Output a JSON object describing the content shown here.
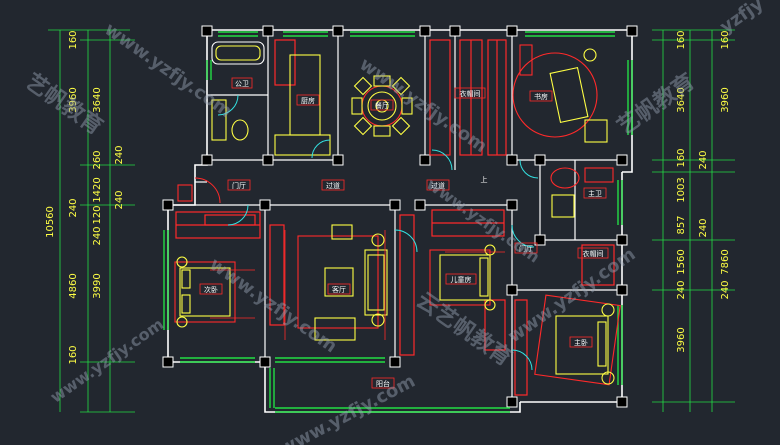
{
  "rooms": {
    "gongwei": "公卫",
    "chufang": "厨房",
    "canting": "餐厅",
    "yimaojian_top": "衣帽间",
    "shufang": "书房",
    "menting": "门厅",
    "guodao_left": "过道",
    "guodao_right": "过道",
    "zhuwei": "主卫",
    "cimo": "次卧",
    "keting": "客厅",
    "ertongfang": "儿童房",
    "menting_right": "门厅",
    "yimaojian_right": "衣帽间",
    "zhuwo": "主卧",
    "yangtai": "阳台"
  },
  "labels": {
    "up_mark": "上"
  },
  "dimensions": {
    "left_outer": [
      "160",
      "3960",
      "240",
      "4860",
      "160"
    ],
    "left_total": "10560",
    "left_inner": [
      "3640",
      "260",
      "1420",
      "120",
      "240",
      "3990"
    ],
    "left_inner_b": [
      "240",
      "240"
    ],
    "right_inner": [
      "160",
      "3640",
      "160",
      "1003",
      "857",
      "1560",
      "240",
      "3960"
    ],
    "right_inner_b": [
      "240",
      "240"
    ],
    "right_outer": [
      "160",
      "3960",
      "240",
      "7860"
    ]
  },
  "watermarks": {
    "url": "www.yzfjy.com",
    "brand": "艺帆教育",
    "cn": "云艺帆教育",
    "short": "yzfjy"
  },
  "colors": {
    "background": "#22272f",
    "wall": "#ffffff",
    "red": "#ff2a2a",
    "yellow": "#ffff44",
    "green": "#22dd44",
    "cyan": "#33e0e0"
  }
}
